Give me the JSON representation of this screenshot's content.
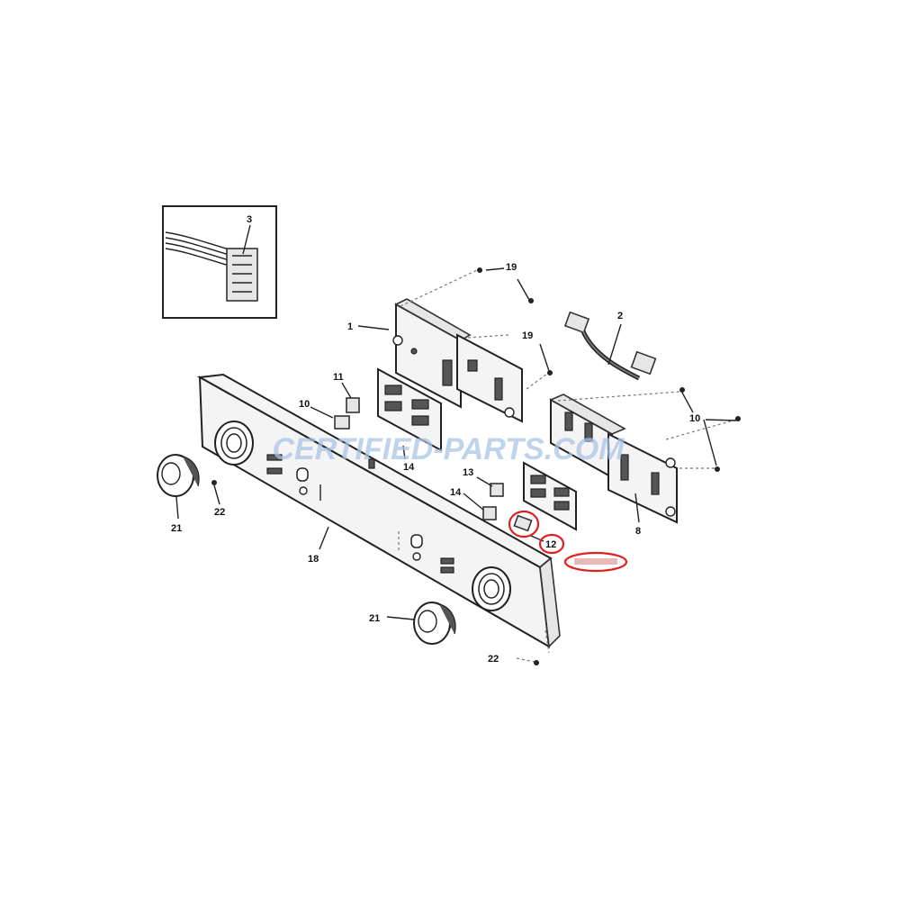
{
  "callouts": {
    "c1": "1",
    "c2": "2",
    "c3": "3",
    "c8": "8",
    "c10a": "10",
    "c10b": "10",
    "c11": "11",
    "c12": "12",
    "c13": "13",
    "c14a": "14",
    "c14b": "14",
    "c18": "18",
    "c19a": "19",
    "c19b": "19",
    "c21a": "21",
    "c21b": "21",
    "c22a": "22",
    "c22b": "22"
  },
  "watermark": "CERTIFIED-PARTS.COM",
  "colors": {
    "highlight": "#e02020",
    "watermark": "#a9c4e6"
  }
}
